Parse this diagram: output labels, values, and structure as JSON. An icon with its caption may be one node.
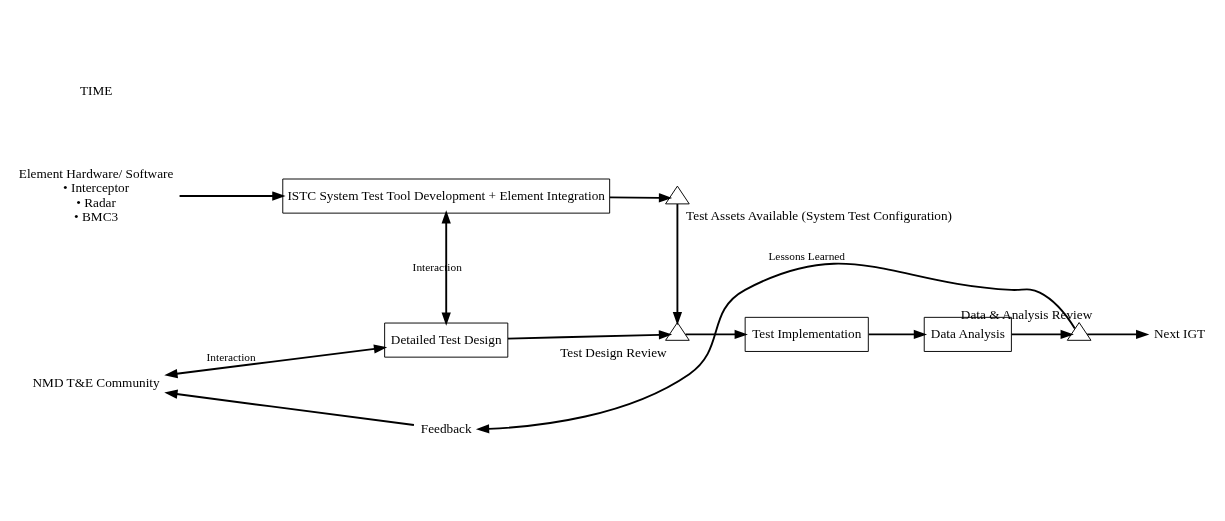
{
  "diagram": {
    "nodes": [
      {
        "text": [
          "Element Hardware/ Software",
          "• Interceptor",
          "• Radar",
          "• BMC3"
        ]
      },
      {
        "text": [
          "ISTC System Test Tool Development + Element Integration"
        ]
      },
      {
        "text": [],
        "shape": "triangle",
        "beside": [
          "Test Assets Available (System Test Configuration)"
        ]
      },
      {
        "text": [
          "Feedback"
        ]
      },
      {
        "text": [
          "NMD T&E Community"
        ]
      },
      {
        "text": [
          "Detailed Test Design"
        ]
      },
      {
        "text": [],
        "shape": "triangle",
        "beside": [
          "Test Design Review"
        ]
      },
      {
        "text": [
          "Test Implementation"
        ]
      },
      {
        "text": [
          "Data Analysis"
        ]
      },
      {
        "text": [],
        "shape": "triangle",
        "beside": [
          "Data & Analysis Review"
        ]
      },
      {
        "text": [
          "Next IGT"
        ]
      }
    ],
    "edges": [
      {
        "from": 0,
        "to": 1,
        "arrow": "to"
      },
      {
        "from": 1,
        "to": 2,
        "arrow": "to"
      },
      {
        "from": 2,
        "to": 6,
        "arrow": "to"
      },
      {
        "from": 5,
        "to": 1,
        "arrow": "both",
        "label": "Interaction"
      },
      {
        "from": 4,
        "to": 5,
        "arrow": "both",
        "label": "Interaction"
      },
      {
        "from": 5,
        "to": 6,
        "arrow": "to"
      },
      {
        "from": 6,
        "to": 7,
        "arrow": "to"
      },
      {
        "from": 7,
        "to": 8,
        "arrow": "to"
      },
      {
        "from": 8,
        "to": 9,
        "arrow": "to"
      },
      {
        "from": 9,
        "to": 10,
        "arrow": "to"
      },
      {
        "from": 9,
        "to": 3,
        "arrow": "to",
        "label": "Lessons Learned"
      },
      {
        "from": 3,
        "to": 4,
        "arrow": "to"
      }
    ],
    "labels": [
      "TIME"
    ]
  }
}
